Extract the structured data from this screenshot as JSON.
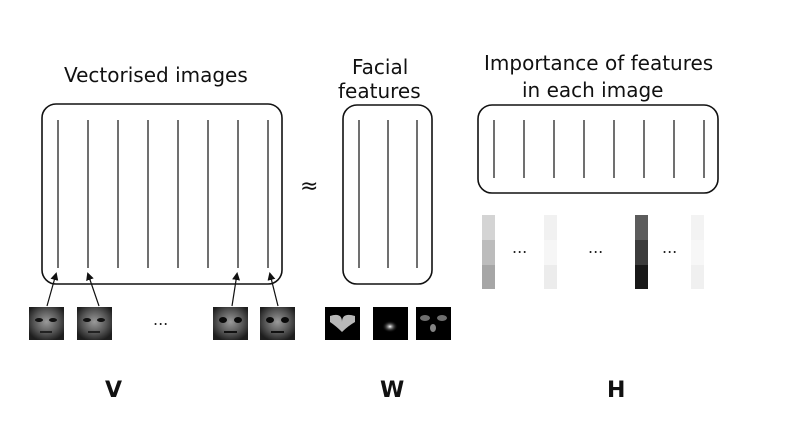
{
  "labels": {
    "vectorised": "Vectorised images",
    "facial_1": "Facial",
    "facial_2": "features",
    "importance_1": "Importance of features",
    "importance_2": "in each image",
    "approx": "≈",
    "v": "V",
    "w": "W",
    "h": "H",
    "dots": "..."
  }
}
